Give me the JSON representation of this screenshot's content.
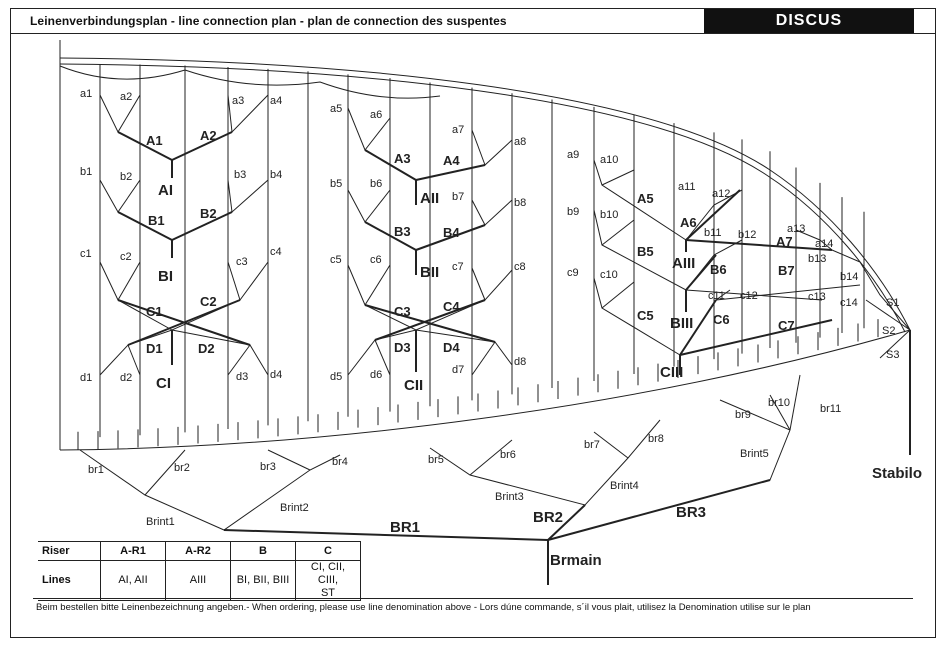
{
  "header": {
    "title": "Leinenverbindungsplan  - line connection plan - plan de connection des suspentes",
    "brand": "DISCUS"
  },
  "labels": {
    "a1": "a1",
    "a2": "a2",
    "a3": "a3",
    "a4": "a4",
    "a5": "a5",
    "a6": "a6",
    "a7": "a7",
    "a8": "a8",
    "a9": "a9",
    "a10": "a10",
    "a11": "a11",
    "a12": "a12",
    "a13": "a13",
    "a14": "a14",
    "b1": "b1",
    "b2": "b2",
    "b3": "b3",
    "b4": "b4",
    "b5": "b5",
    "b6": "b6",
    "b7": "b7",
    "b8": "b8",
    "b9": "b9",
    "b10": "b10",
    "b11": "b11",
    "b12": "b12",
    "b13": "b13",
    "b14": "b14",
    "c1": "c1",
    "c2": "c2",
    "c3": "c3",
    "c4": "c4",
    "c5": "c5",
    "c6": "c6",
    "c7": "c7",
    "c8": "c8",
    "c9": "c9",
    "c10": "c10",
    "c11": "c11",
    "c12": "c12",
    "c13": "c13",
    "c14": "c14",
    "d1": "d1",
    "d2": "d2",
    "d3": "d3",
    "d4": "d4",
    "d5": "d5",
    "d6": "d6",
    "d7": "d7",
    "d8": "d8",
    "A1": "A1",
    "A2": "A2",
    "A3": "A3",
    "A4": "A4",
    "A5": "A5",
    "A6": "A6",
    "A7": "A7",
    "B1": "B1",
    "B2": "B2",
    "B3": "B3",
    "B4": "B4",
    "B5": "B5",
    "B6": "B6",
    "B7": "B7",
    "C1": "C1",
    "C2": "C2",
    "C3": "C3",
    "C4": "C4",
    "C5": "C5",
    "C6": "C6",
    "C7": "C7",
    "D1": "D1",
    "D2": "D2",
    "D3": "D3",
    "D4": "D4",
    "AI": "AI",
    "BI": "BI",
    "CI": "CI",
    "AII": "AII",
    "BII": "BII",
    "CII": "CII",
    "AIII": "AIII",
    "BIII": "BIII",
    "CIII": "CIII",
    "S1": "S1",
    "S2": "S2",
    "S3": "S3",
    "Stabilo": "Stabilo",
    "br1": "br1",
    "br2": "br2",
    "br3": "br3",
    "br4": "br4",
    "br5": "br5",
    "br6": "br6",
    "br7": "br7",
    "br8": "br8",
    "br9": "br9",
    "br10": "br10",
    "br11": "br11",
    "Brint1": "Brint1",
    "Brint2": "Brint2",
    "Brint3": "Brint3",
    "Brint4": "Brint4",
    "Brint5": "Brint5",
    "BR1": "BR1",
    "BR2": "BR2",
    "BR3": "BR3",
    "Brmain": "Brmain"
  },
  "table": {
    "header": [
      "Riser",
      "A-R1",
      "A-R2",
      "B",
      "C"
    ],
    "row_label": "Lines",
    "cells": [
      "AI, AII",
      "AIII",
      "BI, BII, BIII",
      "CI, CII, CIII,\nST"
    ]
  },
  "footer": "Beim bestellen bitte Leinenbezeichnung angeben.- When ordering, please use line denomination above - Lors dúne commande, s´il vous plait, utilisez la Denomination utilise sur le plan"
}
